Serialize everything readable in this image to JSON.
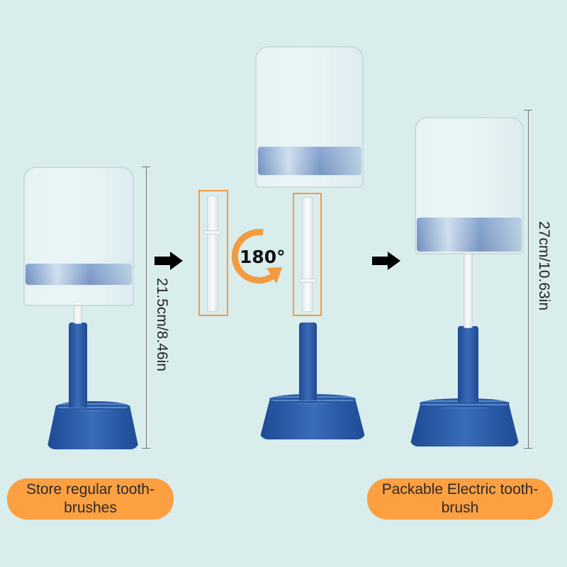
{
  "left_product": {
    "height_label": "21.5cm/8.46in",
    "caption": "Store regular tooth-brushes"
  },
  "middle_step": {
    "rotation_label": "180°"
  },
  "right_product": {
    "height_label": "27cm/10.63in",
    "caption": "Packable Electric tooth-brush"
  },
  "colors": {
    "background": "#d9eded",
    "accent_orange": "#fda042",
    "holder_blue": "#2a5aa5"
  }
}
